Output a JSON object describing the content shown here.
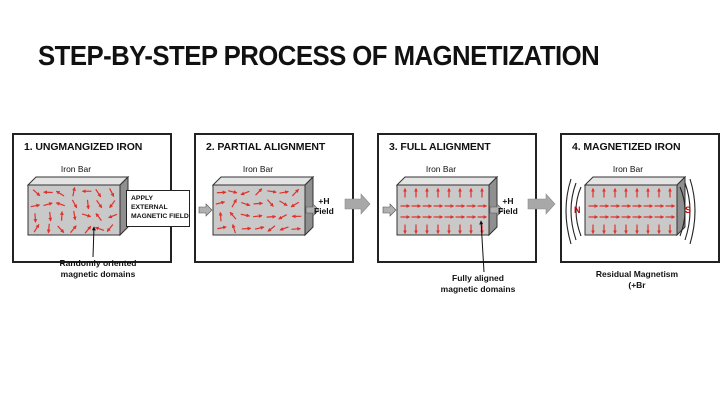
{
  "title": "STEP-BY-STEP PROCESS OF MAGNETIZATION",
  "panels": [
    {
      "heading": "1. UNGMANGIZED IRON",
      "bar_label": "Iron Bar",
      "caption_line1": "Randomly oriented",
      "caption_line2": "magnetic domains"
    },
    {
      "heading": "2. PARTIAL ALIGNMENT",
      "bar_label": "Iron Bar",
      "field_line1": "+H",
      "field_line2": "Field"
    },
    {
      "heading": "3. FULL ALIGNMENT",
      "bar_label": "Iron Bar",
      "field_line1": "+H",
      "field_line2": "Field",
      "caption_line1": "Fully aligned",
      "caption_line2": "magnetic domains"
    },
    {
      "heading": "4. MAGNETIZED IRON",
      "bar_label": "Iron Bar",
      "north": "N",
      "south": "S",
      "caption_line1": "Residual Magnetism",
      "caption_line2": "(+Br"
    }
  ],
  "apply": {
    "line1": "APPLY",
    "line2": "EXTERNAL",
    "line3": "MAGNETIC FIELD"
  },
  "colors": {
    "domain_arrow": "#e0312b",
    "bar_front": "#c9c9c9",
    "bar_top": "#e4e4e4",
    "bar_side": "#8f8f8f",
    "step_arrow": "#a8a8a8",
    "ink": "#111111"
  }
}
